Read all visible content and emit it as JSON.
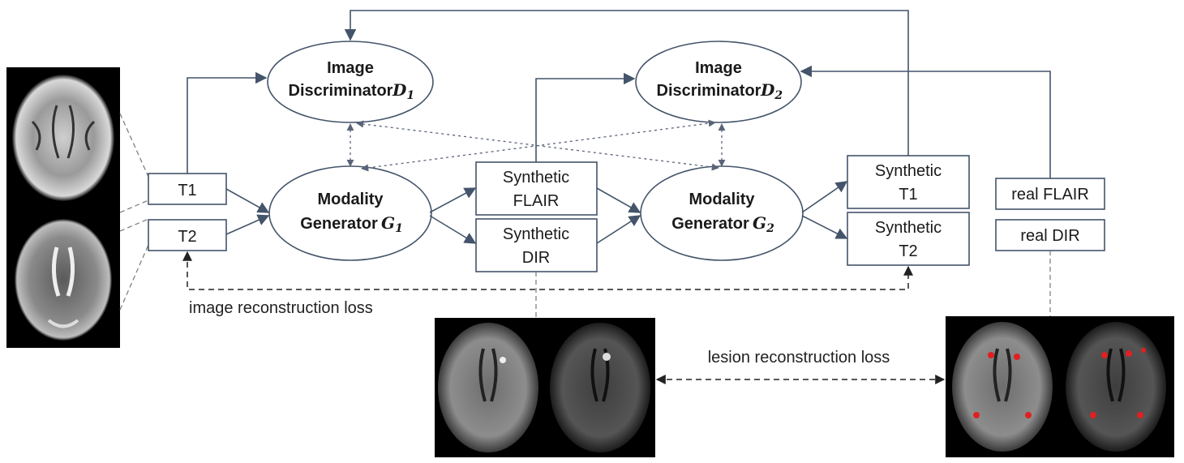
{
  "nodes": {
    "d1": {
      "line1": "Image",
      "line2": "Discriminator",
      "symbol": "D",
      "sub": "1"
    },
    "d2": {
      "line1": "Image",
      "line2": "Discriminator",
      "symbol": "D",
      "sub": "2"
    },
    "g1": {
      "line1": "Modality",
      "line2": "Generator",
      "symbol": "G",
      "sub": "1"
    },
    "g2": {
      "line1": "Modality",
      "line2": "Generator",
      "symbol": "G",
      "sub": "2"
    },
    "t1": "T1",
    "t2": "T2",
    "syn_flair": [
      "Synthetic",
      "FLAIR"
    ],
    "syn_dir": [
      "Synthetic",
      "DIR"
    ],
    "syn_t1": [
      "Synthetic",
      "T1"
    ],
    "syn_t2": [
      "Synthetic",
      "T2"
    ],
    "real_flair": "real FLAIR",
    "real_dir": "real DIR"
  },
  "losses": {
    "image": "image reconstruction loss",
    "lesion": "lesion reconstruction loss"
  }
}
